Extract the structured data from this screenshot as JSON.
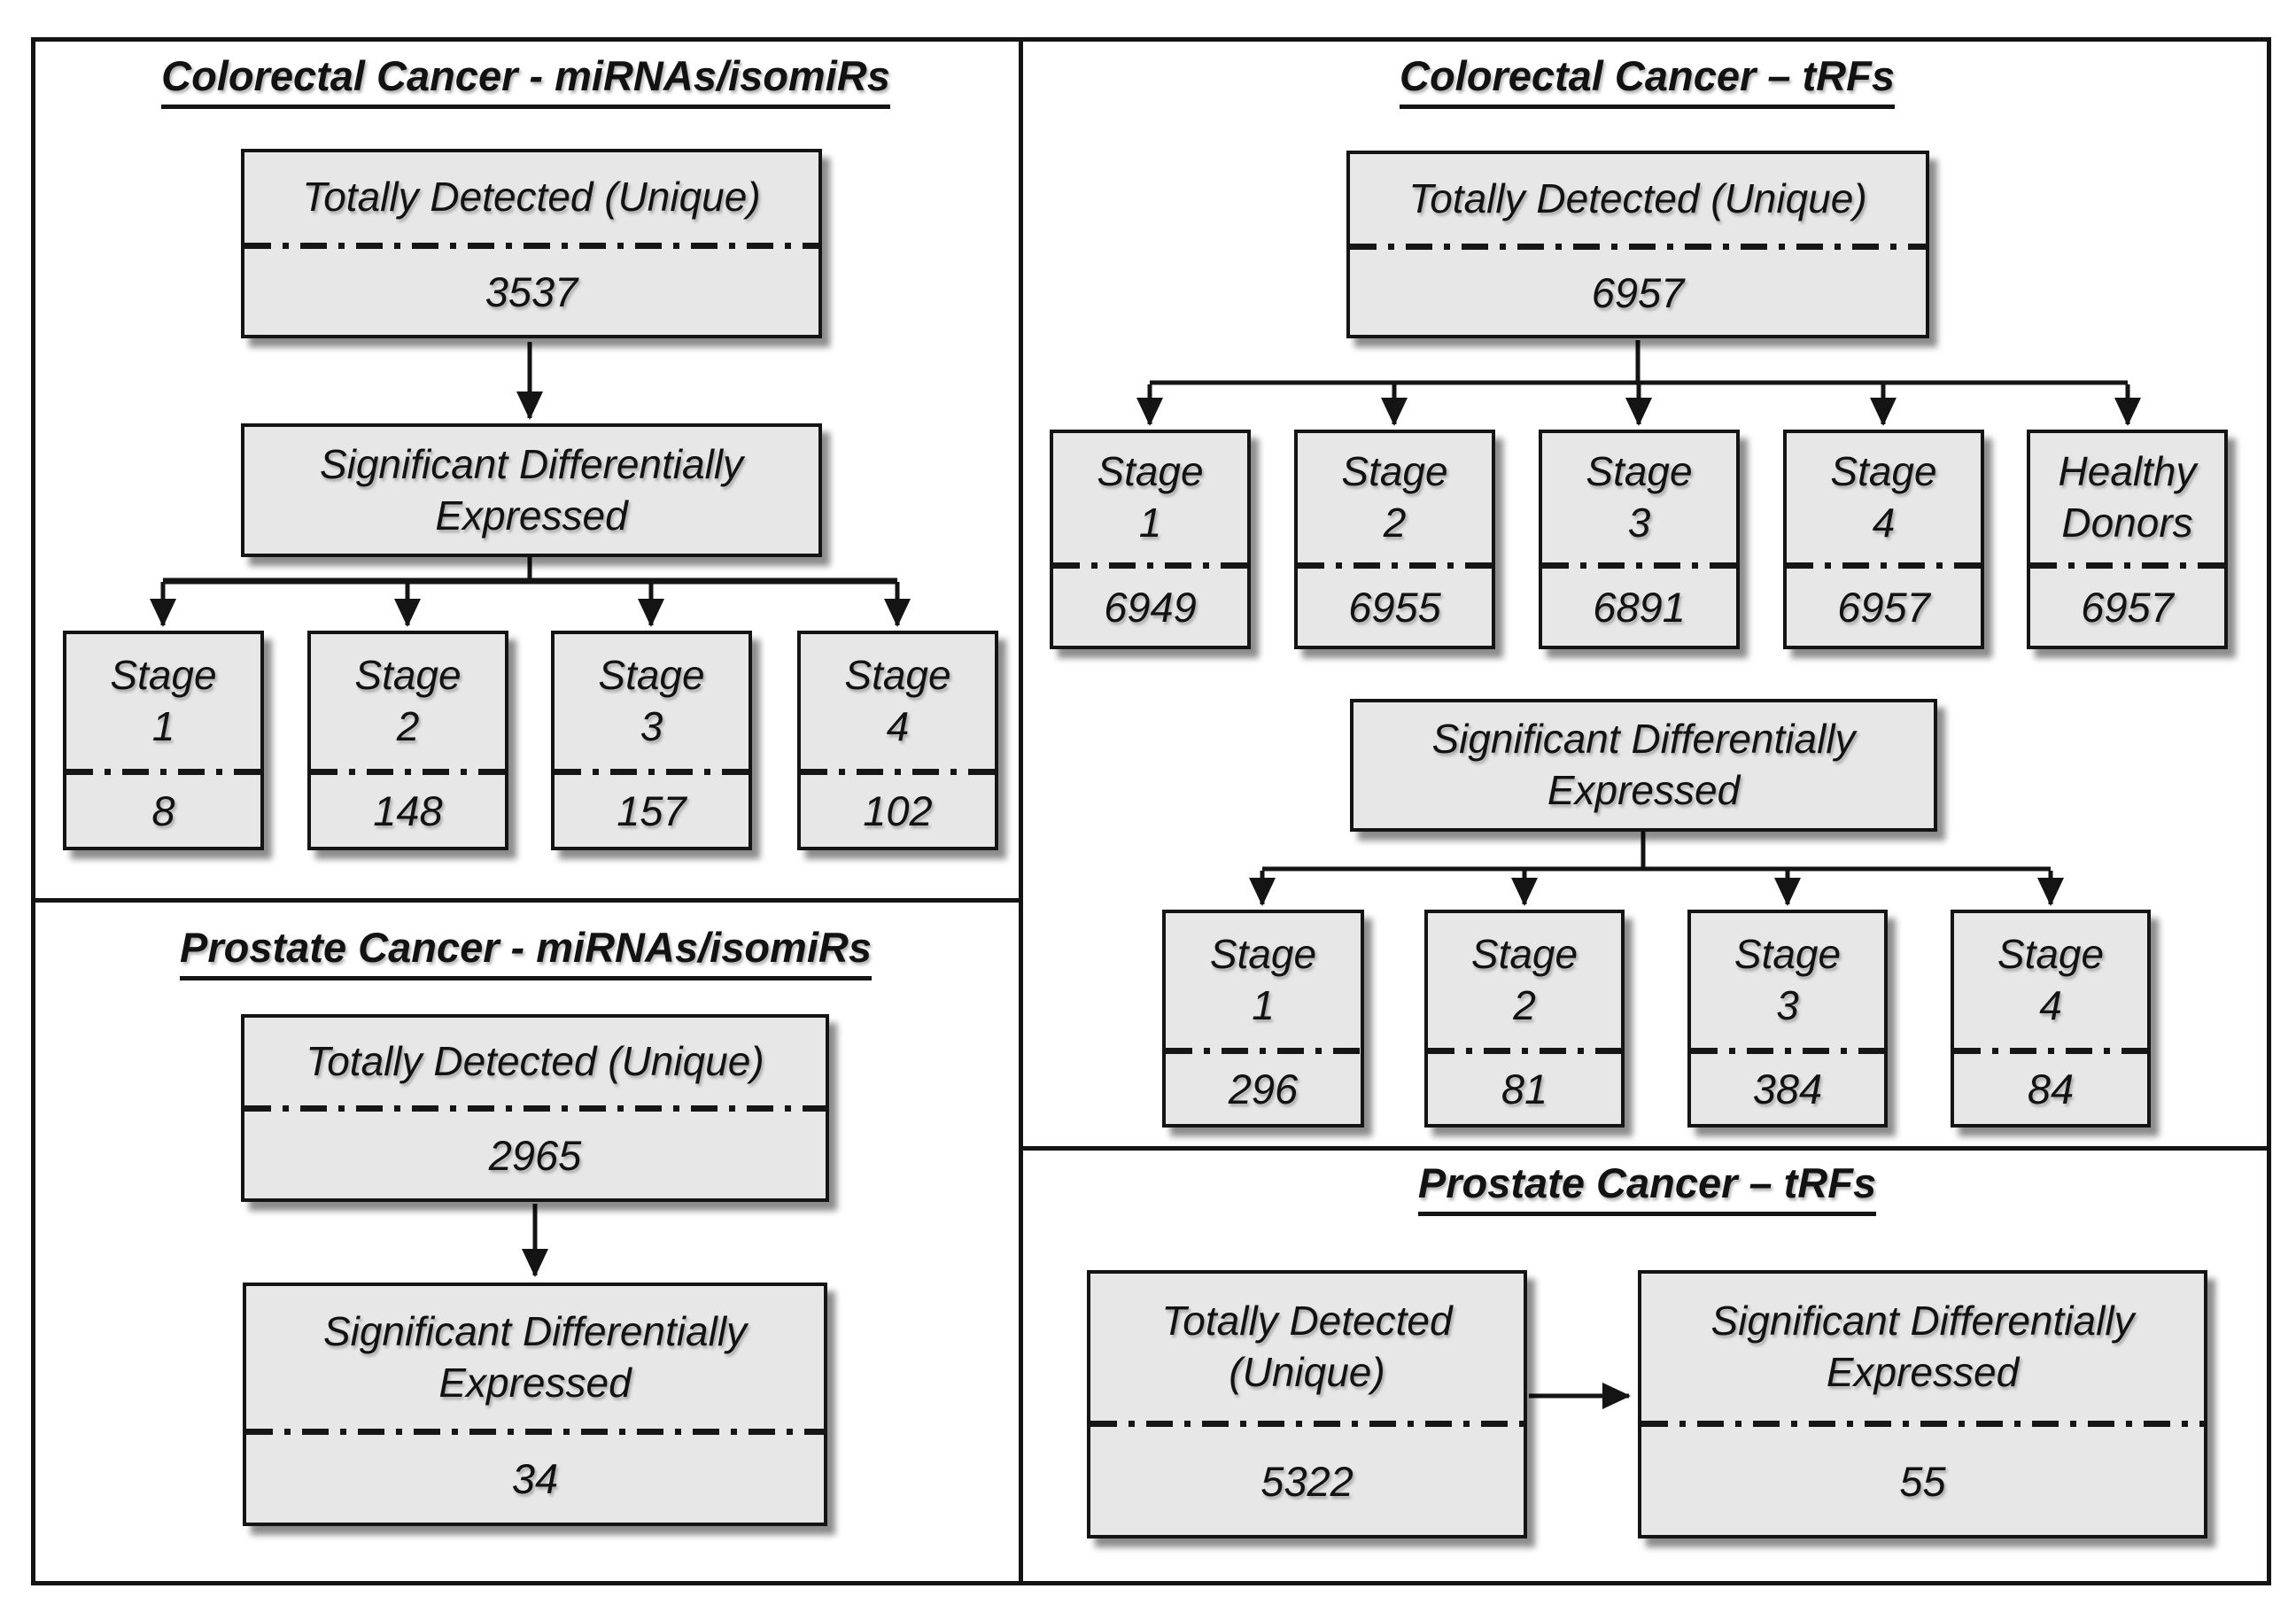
{
  "figure": {
    "background": "#ffffff",
    "box_fill": "#e7e7e7",
    "line_color": "#141414"
  },
  "panels": {
    "colorectal_mirna": {
      "title": "Colorectal Cancer - miRNAs/isomiRs",
      "detected": {
        "label": "Totally Detected (Unique)",
        "value": "3537"
      },
      "sde": {
        "label_line1": "Significant Differentially",
        "label_line2": "Expressed"
      },
      "stages": [
        {
          "line1": "Stage",
          "line2": "1",
          "value": "8"
        },
        {
          "line1": "Stage",
          "line2": "2",
          "value": "148"
        },
        {
          "line1": "Stage",
          "line2": "3",
          "value": "157"
        },
        {
          "line1": "Stage",
          "line2": "4",
          "value": "102"
        }
      ]
    },
    "colorectal_trf": {
      "title": "Colorectal Cancer – tRFs",
      "detected": {
        "label": "Totally Detected (Unique)",
        "value": "6957"
      },
      "detected_groups": [
        {
          "line1": "Stage",
          "line2": "1",
          "value": "6949"
        },
        {
          "line1": "Stage",
          "line2": "2",
          "value": "6955"
        },
        {
          "line1": "Stage",
          "line2": "3",
          "value": "6891"
        },
        {
          "line1": "Stage",
          "line2": "4",
          "value": "6957"
        },
        {
          "line1": "Healthy",
          "line2": "Donors",
          "value": "6957"
        }
      ],
      "sde": {
        "label_line1": "Significant Differentially",
        "label_line2": "Expressed"
      },
      "sde_stages": [
        {
          "line1": "Stage",
          "line2": "1",
          "value": "296"
        },
        {
          "line1": "Stage",
          "line2": "2",
          "value": "81"
        },
        {
          "line1": "Stage",
          "line2": "3",
          "value": "384"
        },
        {
          "line1": "Stage",
          "line2": "4",
          "value": "84"
        }
      ]
    },
    "prostate_mirna": {
      "title": "Prostate Cancer - miRNAs/isomiRs",
      "detected": {
        "label": "Totally Detected (Unique)",
        "value": "2965"
      },
      "sde": {
        "label_line1": "Significant Differentially",
        "label_line2": "Expressed",
        "value": "34"
      }
    },
    "prostate_trf": {
      "title": "Prostate Cancer – tRFs",
      "detected": {
        "label_line1": "Totally Detected",
        "label_line2": "(Unique)",
        "value": "5322"
      },
      "sde": {
        "label_line1": "Significant Differentially",
        "label_line2": "Expressed",
        "value": "55"
      }
    }
  }
}
